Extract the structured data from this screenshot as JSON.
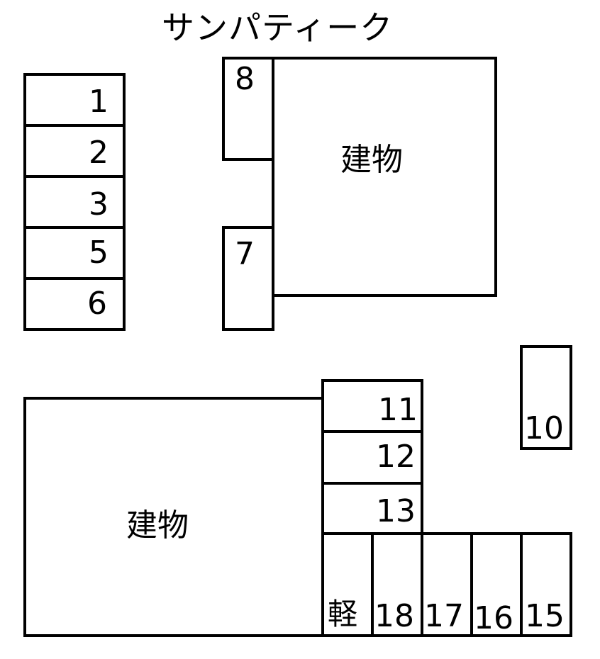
{
  "title": "サンパティーク",
  "buildings": [
    {
      "label": "建物"
    },
    {
      "label": "建物"
    }
  ],
  "spaces": {
    "s1": "1",
    "s2": "2",
    "s3": "3",
    "s5": "5",
    "s6": "6",
    "s7": "7",
    "s8": "8",
    "s10": "10",
    "s11": "11",
    "s12": "12",
    "s13": "13",
    "kei": "軽",
    "s18": "18",
    "s17": "17",
    "s16": "16",
    "s15": "15"
  },
  "colors": {
    "stroke": "#000000",
    "background": "#ffffff"
  }
}
